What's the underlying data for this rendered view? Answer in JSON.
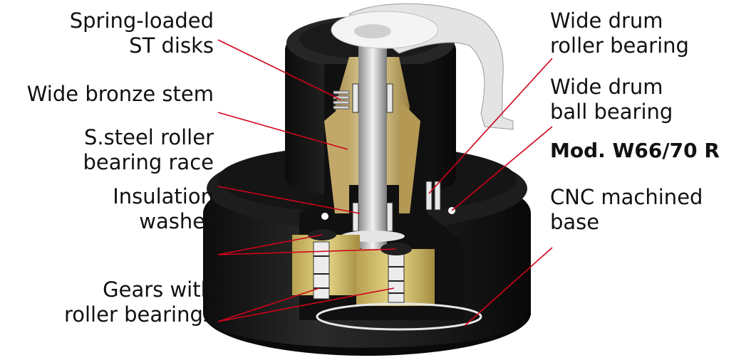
{
  "labels": {
    "spring_disks": [
      "Spring-loaded",
      "ST disks"
    ],
    "bronze_stem": "Wide bronze stem",
    "roller_race": [
      "S.steel roller",
      "bearing race"
    ],
    "insulation": [
      "Insulation",
      "washer"
    ],
    "gears": [
      "Gears with",
      "roller bearings"
    ],
    "drum_roller": [
      "Wide drum",
      "roller bearing"
    ],
    "drum_ball": [
      "Wide drum",
      "ball bearing"
    ],
    "model": "Mod. W66/70 R",
    "cnc_base": [
      "CNC machined",
      "base"
    ]
  },
  "colors": {
    "leader": "#d0021b",
    "body": "#141414",
    "bronze": "#c9b27a",
    "handle": "#dcdcdc"
  }
}
